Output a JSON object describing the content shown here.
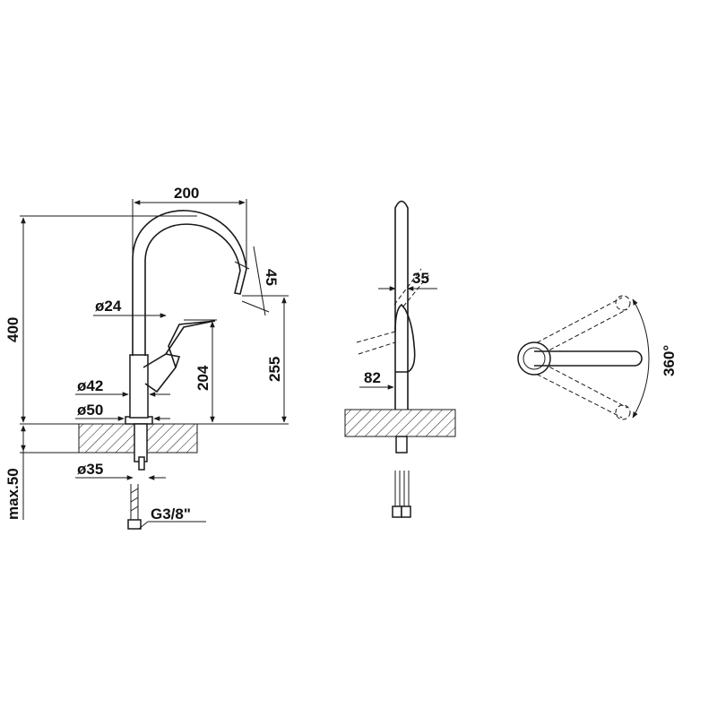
{
  "dimensions": {
    "spout_reach": "200",
    "total_height": "400",
    "spout_outlet_angle": "45",
    "handle_diameter": "ø24",
    "handle_height": "204",
    "outlet_height": "255",
    "body_diameter": "ø42",
    "base_diameter": "ø50",
    "max_deck_thickness": "max.50",
    "hole_diameter": "ø35",
    "connection_thread": "G3/8\"",
    "side_lever_offset": "35",
    "side_lever_height": "82",
    "swivel_angle": "360°"
  },
  "colors": {
    "line": "#1a1a1a",
    "background": "#ffffff",
    "hatch": "#1a1a1a"
  }
}
